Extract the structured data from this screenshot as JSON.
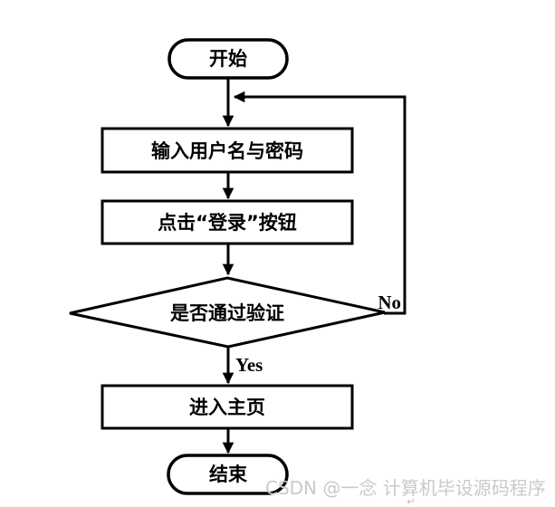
{
  "page": {
    "background": "#ffffff"
  },
  "flowchart": {
    "stroke_color": "#000000",
    "fill_color": "#ffffff",
    "nodes": {
      "start": {
        "type": "terminator",
        "label": "开始"
      },
      "input_credentials": {
        "type": "process",
        "label": "输入用户名与密码"
      },
      "click_login": {
        "type": "process",
        "label": "点击“登录”按钮"
      },
      "verify_decision": {
        "type": "decision",
        "label": "是否通过验证"
      },
      "enter_home": {
        "type": "process",
        "label": "进入主页"
      },
      "end": {
        "type": "terminator",
        "label": "结束"
      }
    },
    "edge_labels": {
      "yes": "Yes",
      "no": "No"
    }
  },
  "watermark": {
    "text": "CSDN @一念 计算机毕设源码程序",
    "color": "#c9c9c9",
    "return_mark": "↵",
    "return_mark_color": "#c2c2c2"
  }
}
